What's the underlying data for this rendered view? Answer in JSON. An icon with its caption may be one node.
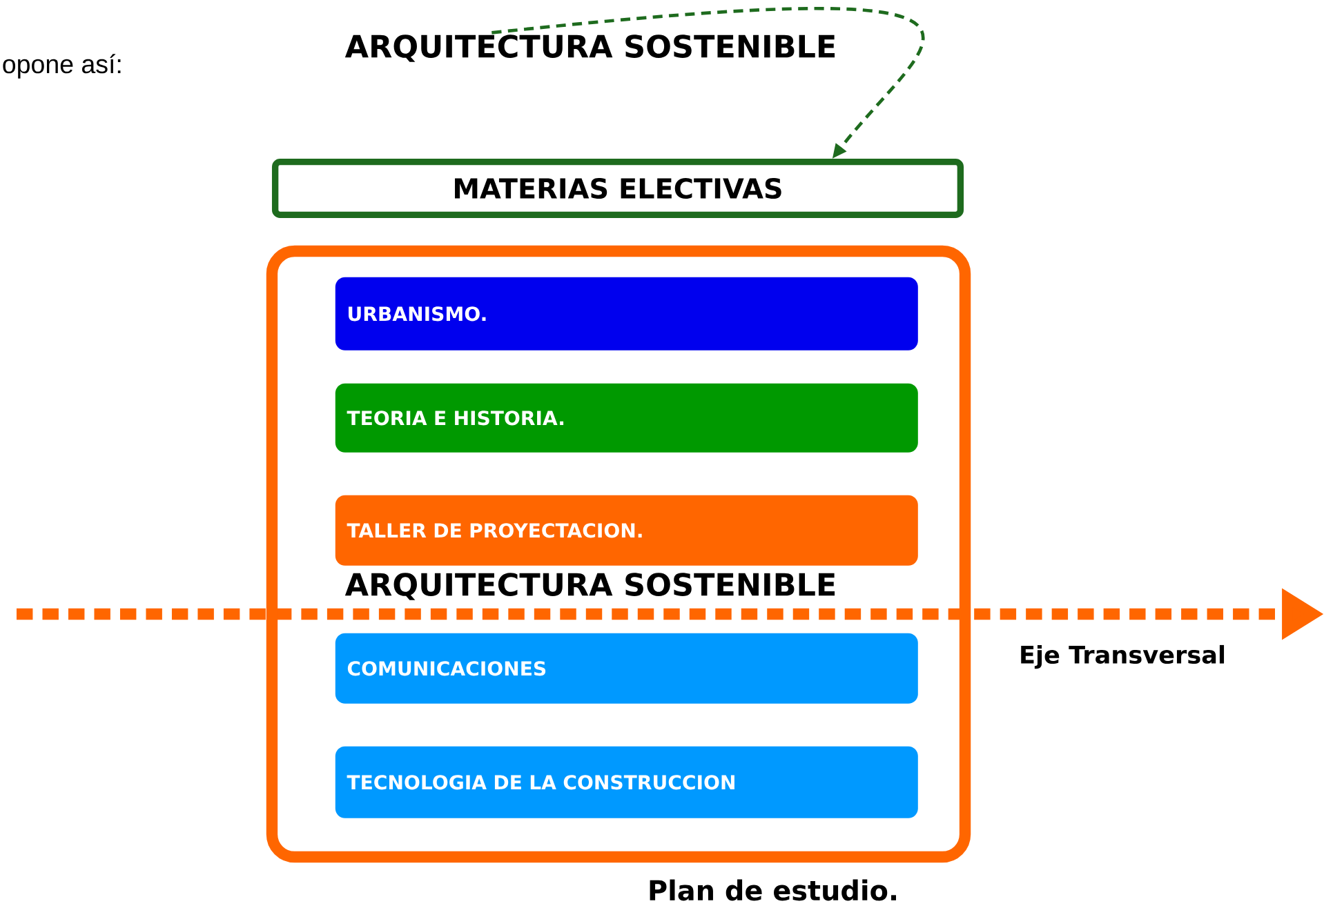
{
  "diagram": {
    "nodes": [
      {
        "text": [
          "ARQUITECTURA SOSTENIBLE"
        ]
      },
      {
        "text": [
          "MATERIAS ELECTIVAS"
        ]
      },
      {
        "text": [
          "Plan de estudio."
        ]
      },
      {
        "text": [
          "URBANISMO."
        ],
        "in": 2
      },
      {
        "text": [
          "TEORIA E HISTORIA."
        ],
        "in": 2
      },
      {
        "text": [
          "TALLER DE PROYECTACION."
        ],
        "in": 2
      },
      {
        "text": [
          "COMUNICACIONES"
        ],
        "in": 2
      },
      {
        "text": [
          "TECNOLOGIA DE LA CONSTRUCCION"
        ],
        "in": 2
      }
    ],
    "edges": [
      {
        "from": 0,
        "to": 1,
        "arrow": "to",
        "style": "dashed",
        "color": "#1e6b1e"
      }
    ],
    "labels": [
      "opone así:",
      "ARQUITECTURA SOSTENIBLE",
      "Eje Transversal"
    ]
  }
}
